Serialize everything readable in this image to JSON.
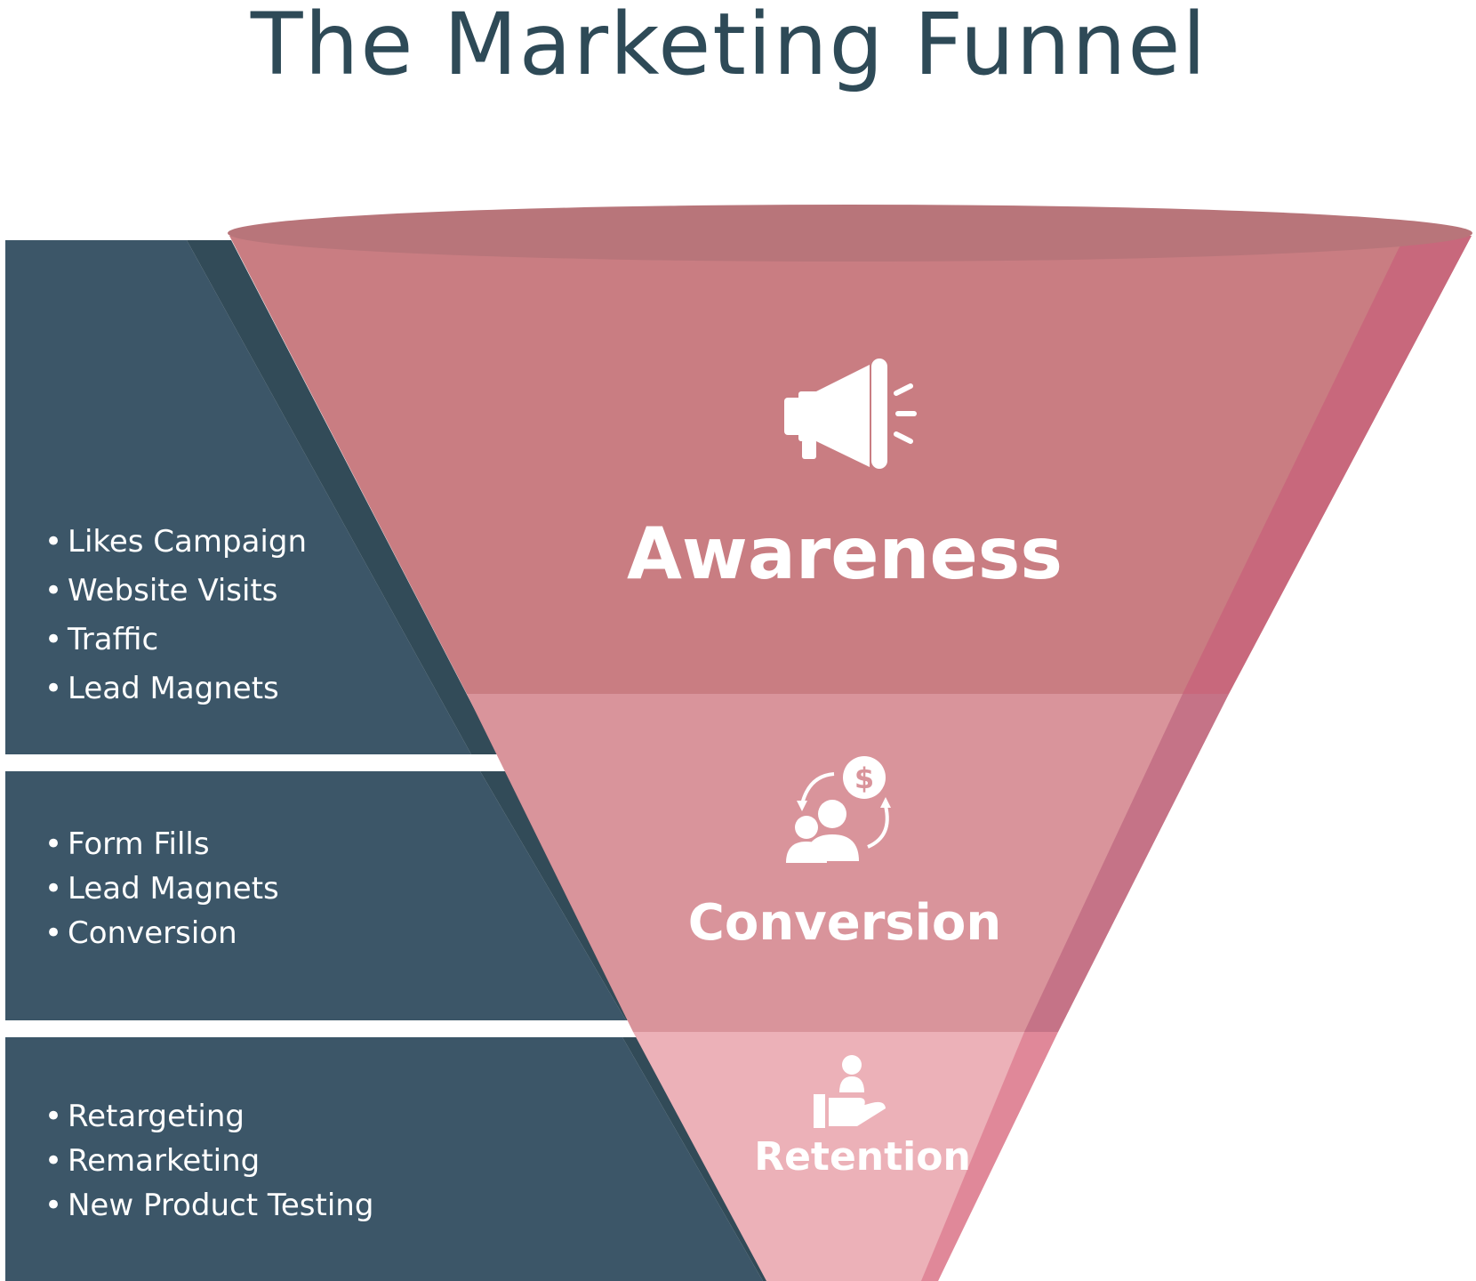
{
  "title": "The Marketing Funnel",
  "colors": {
    "panel": "#3c5668",
    "panel_shadow": "#324b58",
    "awareness": "#c97d82",
    "conversion": "#d9949b",
    "retention": "#ecb1b8",
    "rim": "#b8757a",
    "edge": "#c7677c",
    "text": "#ffffff",
    "title": "#2e4a57"
  },
  "stages": [
    {
      "label": "Awareness",
      "icon": "megaphone-icon",
      "items": [
        "Likes Campaign",
        "Website Visits",
        "Traffic",
        "Lead Magnets"
      ]
    },
    {
      "label": "Conversion",
      "icon": "people-dollar-cycle-icon",
      "items": [
        "Form Fills",
        "Lead Magnets",
        "Conversion"
      ]
    },
    {
      "label": "Retention",
      "icon": "hand-holding-person-icon",
      "items": [
        "Retargeting",
        "Remarketing",
        "New Product Testing"
      ]
    }
  ]
}
